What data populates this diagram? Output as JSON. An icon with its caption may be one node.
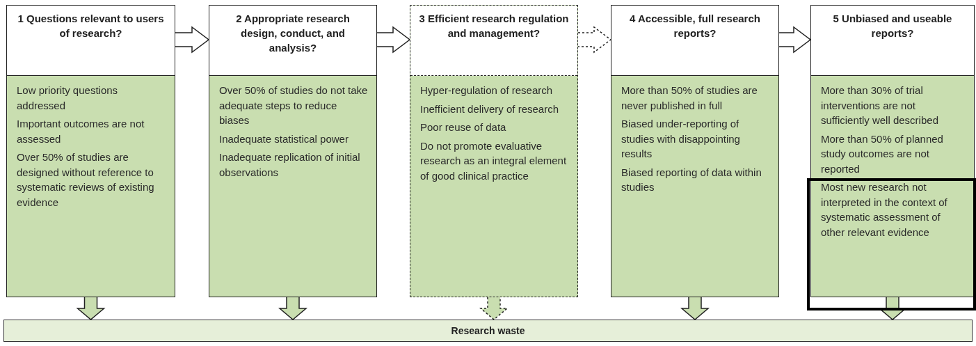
{
  "diagram": {
    "nodes": [
      {
        "text": [
          "1 Questions relevant to users of research?",
          "Low priority questions addressed",
          "Important outcomes are not assessed",
          "Over 50% of studies are designed without reference to systematic reviews of existing evidence"
        ]
      },
      {
        "text": [
          "2 Appropriate research design, conduct, and analysis?",
          "Over 50% of studies do not take adequate steps to reduce biases",
          "Inadequate statistical power",
          "Inadequate replication of initial observations"
        ]
      },
      {
        "text": [
          "3 Efficient research regulation and management?",
          "Hyper-regulation of research",
          "Inefficient delivery of research",
          "Poor reuse of data",
          "Do not promote evaluative research as an integral element of good clinical practice"
        ]
      },
      {
        "text": [
          "4 Accessible, full research reports?",
          "More than 50% of studies are never published in full",
          "Biased under-reporting of studies with disappointing results",
          "Biased reporting of data within studies"
        ]
      },
      {
        "text": [
          "5 Unbiased and useable reports?",
          "More than 30% of trial interventions are not sufficiently well described",
          "More than 50% of planned study outcomes are not reported",
          "Most new research not interpreted in the context of systematic assessment of other relevant evidence"
        ]
      },
      {
        "text": [
          "Research waste"
        ]
      }
    ],
    "edges": [
      {
        "from": 0,
        "to": 1,
        "arrow": "to"
      },
      {
        "from": 1,
        "to": 2,
        "arrow": "to"
      },
      {
        "from": 2,
        "to": 3,
        "arrow": "to",
        "style": "dashed"
      },
      {
        "from": 3,
        "to": 4,
        "arrow": "to"
      },
      {
        "from": 0,
        "to": 5,
        "arrow": "to"
      },
      {
        "from": 1,
        "to": 5,
        "arrow": "to"
      },
      {
        "from": 2,
        "to": 5,
        "arrow": "to",
        "style": "dashed"
      },
      {
        "from": 3,
        "to": 5,
        "arrow": "to"
      },
      {
        "from": 4,
        "to": 5,
        "arrow": "to"
      }
    ]
  }
}
